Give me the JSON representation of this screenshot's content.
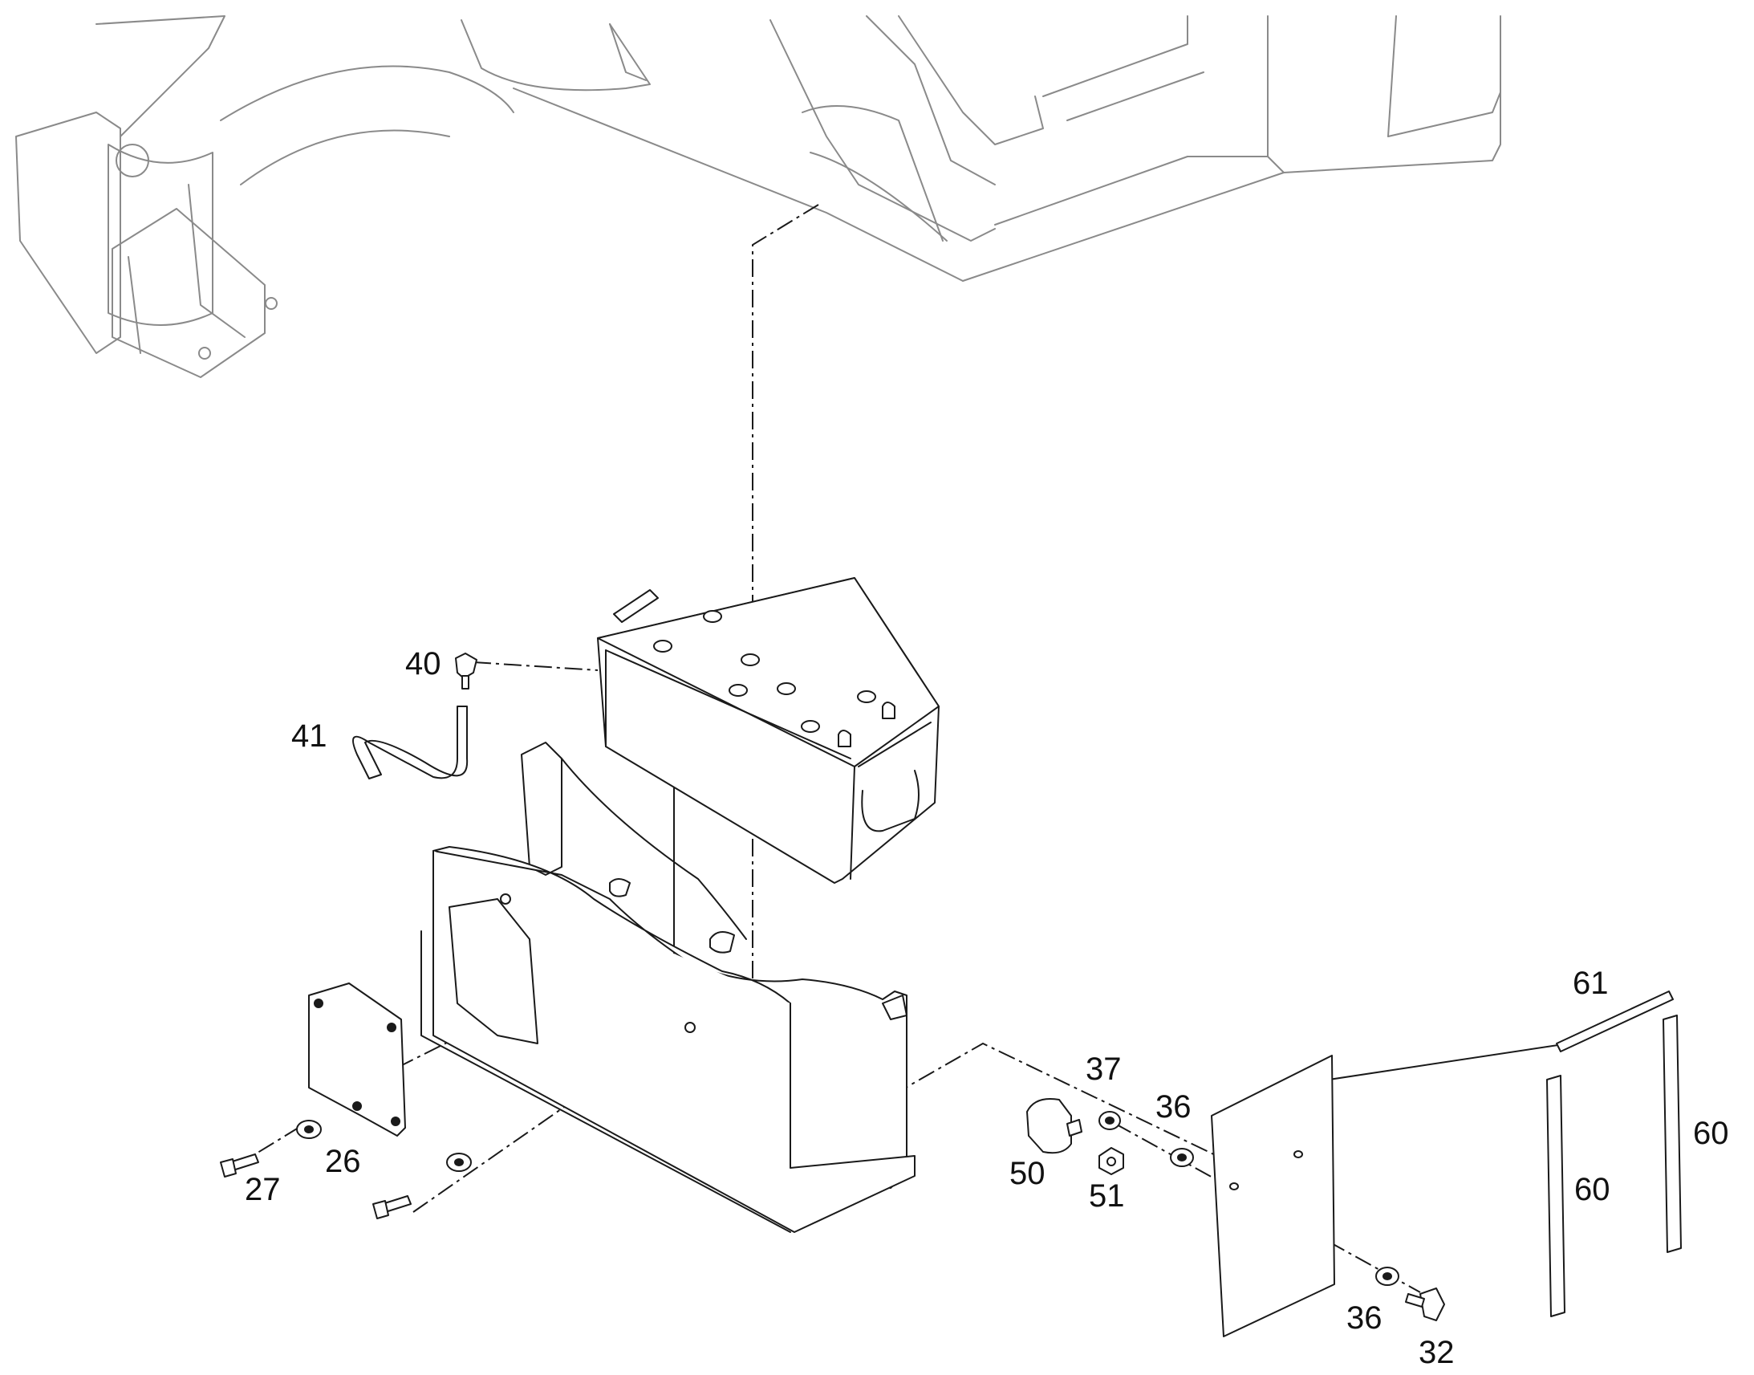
{
  "labels": {
    "l40": "40",
    "l41": "41",
    "l26": "26",
    "l27": "27",
    "l37": "37",
    "l36a": "36",
    "l50": "50",
    "l51": "51",
    "l36b": "36",
    "l32": "32",
    "l61": "61",
    "l60a": "60",
    "l60b": "60"
  }
}
